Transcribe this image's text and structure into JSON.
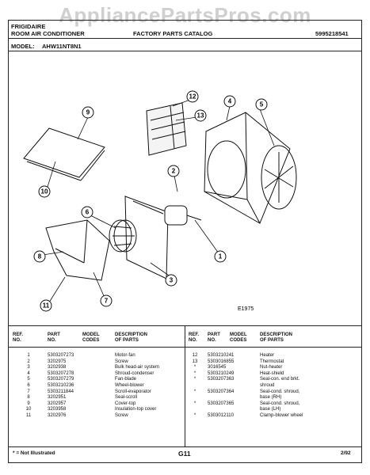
{
  "watermark": "AppliancePartsPros.com",
  "header": {
    "brand": "FRIGIDAIRE",
    "product": "ROOM AIR CONDITIONER",
    "catalog": "FACTORY PARTS CATALOG",
    "catalog_number": "5995218541",
    "model_label": "MODEL:",
    "model": "AHW11NT8N1"
  },
  "diagram": {
    "callouts": [
      "1",
      "2",
      "3",
      "4",
      "5",
      "6",
      "7",
      "8",
      "9",
      "10",
      "11",
      "12",
      "13"
    ],
    "figure_id": "E1975"
  },
  "table": {
    "headers": {
      "ref": [
        "REF.",
        "NO."
      ],
      "part": [
        "PART",
        "NO."
      ],
      "model": [
        "MODEL",
        "CODES"
      ],
      "desc": [
        "DESCRIPTION",
        "OF PARTS"
      ]
    },
    "left_rows": [
      {
        "ref": "1",
        "part": "5303207273",
        "desc": "Motor-fan"
      },
      {
        "ref": "2",
        "part": "3202975",
        "desc": "Screw"
      },
      {
        "ref": "3",
        "part": "3202938",
        "desc": "Bulk head-air system"
      },
      {
        "ref": "4",
        "part": "5303207278",
        "desc": "Shroud-condenser"
      },
      {
        "ref": "5",
        "part": "5303207279",
        "desc": "Fan-blade"
      },
      {
        "ref": "6",
        "part": "5303210236",
        "desc": "Wheel-blower"
      },
      {
        "ref": "7",
        "part": "5303211844",
        "desc": "Scroll-evaporator"
      },
      {
        "ref": "8",
        "part": "3202951",
        "desc": "Seal-scroll"
      },
      {
        "ref": "9",
        "part": "3202957",
        "desc": "Cover-top"
      },
      {
        "ref": "10",
        "part": "3203958",
        "desc": "Insulation-top cover"
      },
      {
        "ref": "11",
        "part": "3202976",
        "desc": "Screw"
      }
    ],
    "right_rows": [
      {
        "ref": "12",
        "part": "5303210241",
        "desc": "Heater"
      },
      {
        "ref": "13",
        "part": "5303016855",
        "desc": "Thermostat"
      },
      {
        "ref": "*",
        "part": "3016545",
        "desc": "Nut-heater"
      },
      {
        "ref": "*",
        "part": "5303210249",
        "desc": "Heat-shield"
      },
      {
        "ref": "*",
        "part": "5303207363",
        "desc": "Seal-con. end brkt."
      },
      {
        "ref": "",
        "part": "",
        "desc": "shroud"
      },
      {
        "ref": "*",
        "part": "5303207364",
        "desc": "Seal-cond. shroud,"
      },
      {
        "ref": "",
        "part": "",
        "desc": "base (RH)"
      },
      {
        "ref": "*",
        "part": "5303207365",
        "desc": "Seal-cond. shroud,"
      },
      {
        "ref": "",
        "part": "",
        "desc": "base (LH)"
      },
      {
        "ref": "*",
        "part": "5303012110",
        "desc": "Clamp-blower wheel"
      }
    ]
  },
  "footer": {
    "note": "* = Not Illustrated",
    "page": "G11",
    "date": "2/92"
  }
}
